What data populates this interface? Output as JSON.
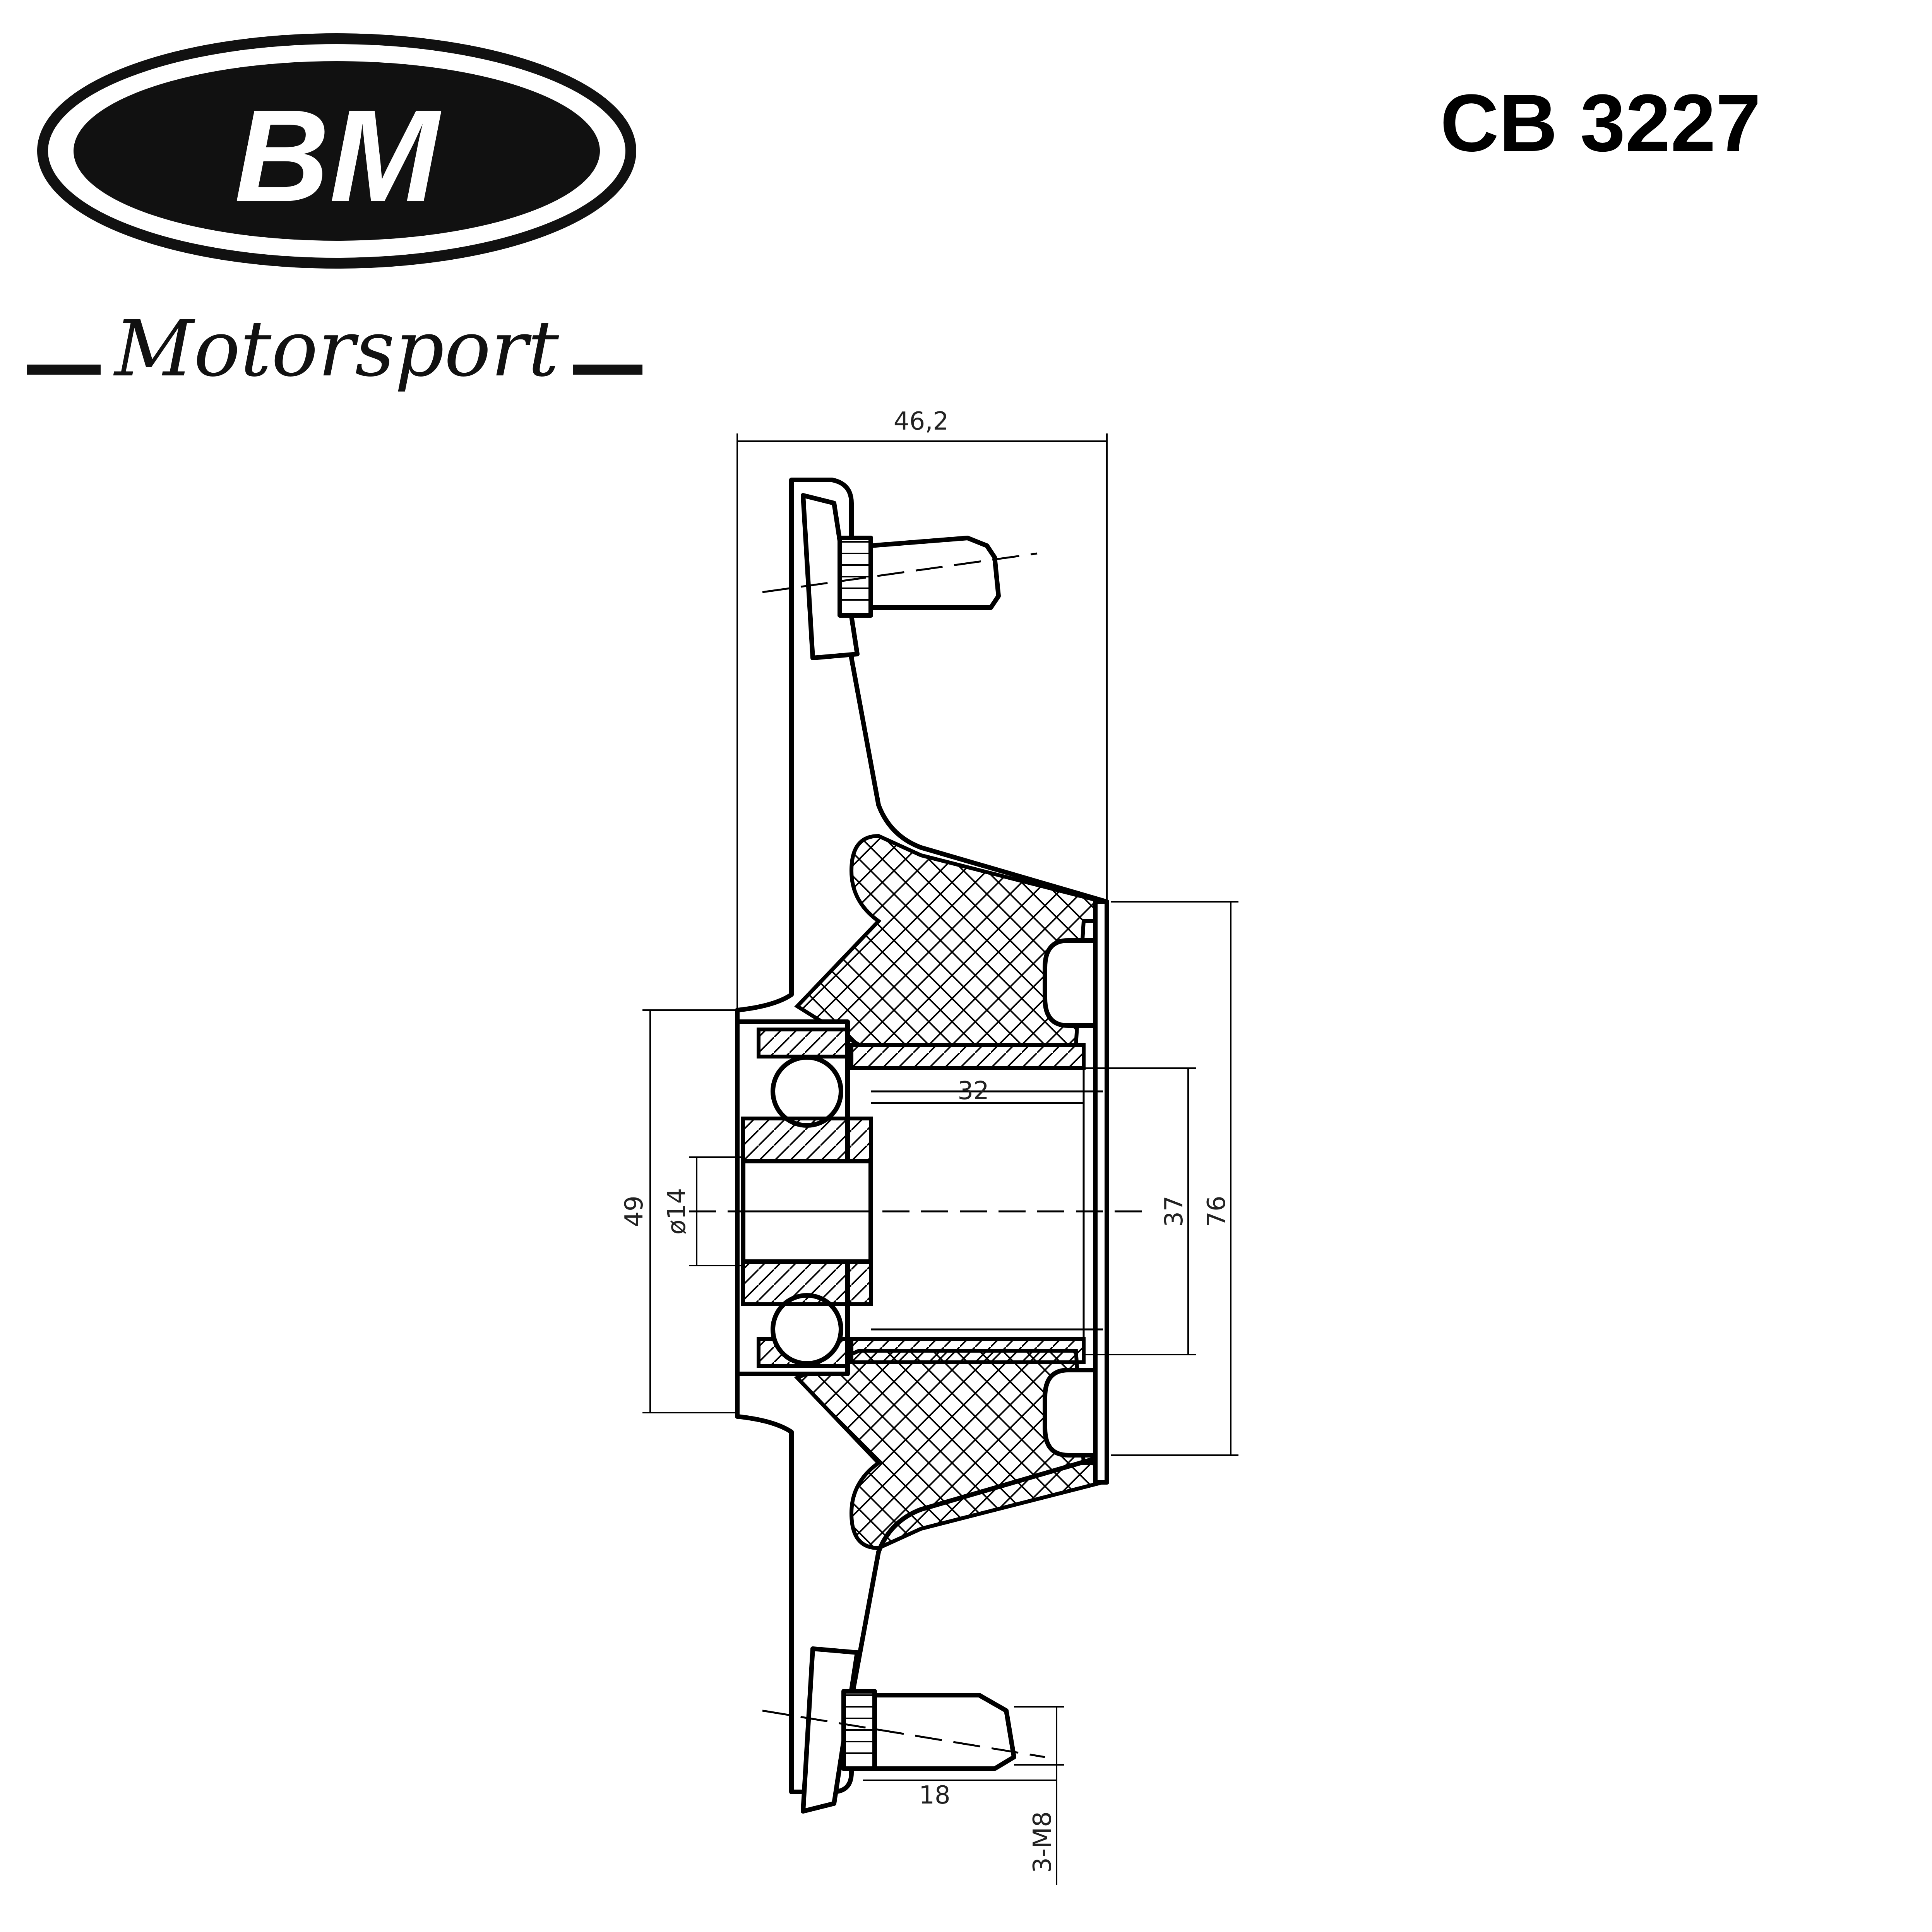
{
  "brand": {
    "logo_text": "BM",
    "script_text": "Motorsport"
  },
  "part_code": "CB 3227",
  "dimensions": {
    "overall_width": "46,2",
    "bore_inner": "32",
    "shaft_diameter": "ø14",
    "bearing_outer": "49",
    "hub_diameter": "37",
    "outer_diameter": "76",
    "stud_length": "18",
    "stud_thread": "3-M8"
  }
}
